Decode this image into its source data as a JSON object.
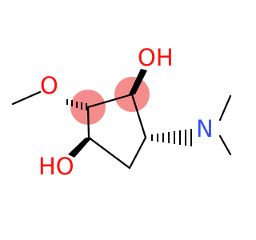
{
  "molecule": {
    "atoms": {
      "oh_top": {
        "label": "OH",
        "color": "#ff0d0d"
      },
      "oh_bottom": {
        "label": "HO",
        "color": "#ff0d0d"
      },
      "methoxy_oxygen": {
        "label": "O",
        "color": "#ff0d0d"
      },
      "amine_nitrogen": {
        "label": "N",
        "color": "#3050f8"
      }
    },
    "colors": {
      "bond": "#000000",
      "stereocenter_highlight": "#f58c8c"
    }
  }
}
